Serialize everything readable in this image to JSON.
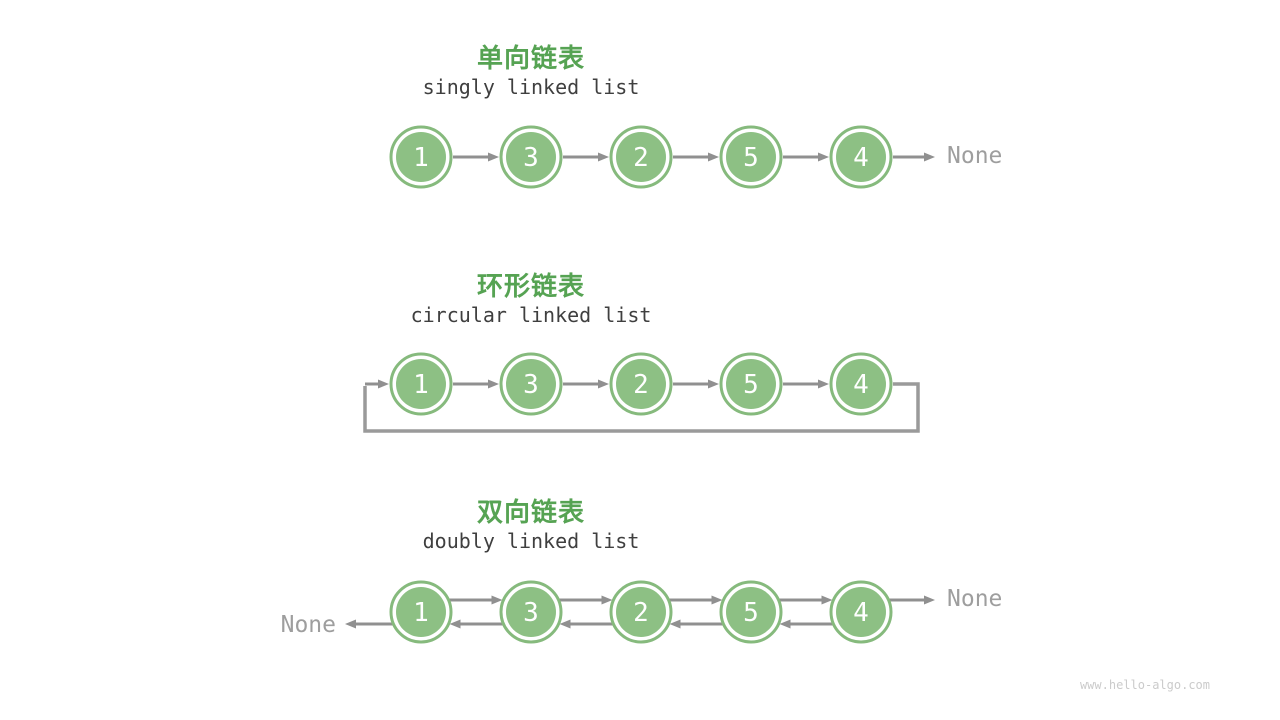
{
  "page": {
    "watermark": "www.hello-algo.com"
  },
  "colors": {
    "background": "#ffffff",
    "node_fill": "#8DC084",
    "node_ring": "#86BA7D",
    "node_text": "#ffffff",
    "title_green": "#56A353",
    "subtitle_gray": "#3F3F3F",
    "arrow_gray": "#909090",
    "loop_gray": "#9A9A9A",
    "none_gray": "#9E9E9E",
    "watermark_gray": "#CBCBCB"
  },
  "sections": [
    {
      "title_zh": "单向链表",
      "title_en": "singly linked list",
      "type": "singly",
      "nodes": [
        "1",
        "3",
        "2",
        "5",
        "4"
      ],
      "tail_label": "None"
    },
    {
      "title_zh": "环形链表",
      "title_en": "circular linked list",
      "type": "circular",
      "nodes": [
        "1",
        "3",
        "2",
        "5",
        "4"
      ]
    },
    {
      "title_zh": "双向链表",
      "title_en": "doubly linked list",
      "type": "doubly",
      "nodes": [
        "1",
        "3",
        "2",
        "5",
        "4"
      ],
      "head_prev_label": "None",
      "tail_next_label": "None"
    }
  ]
}
